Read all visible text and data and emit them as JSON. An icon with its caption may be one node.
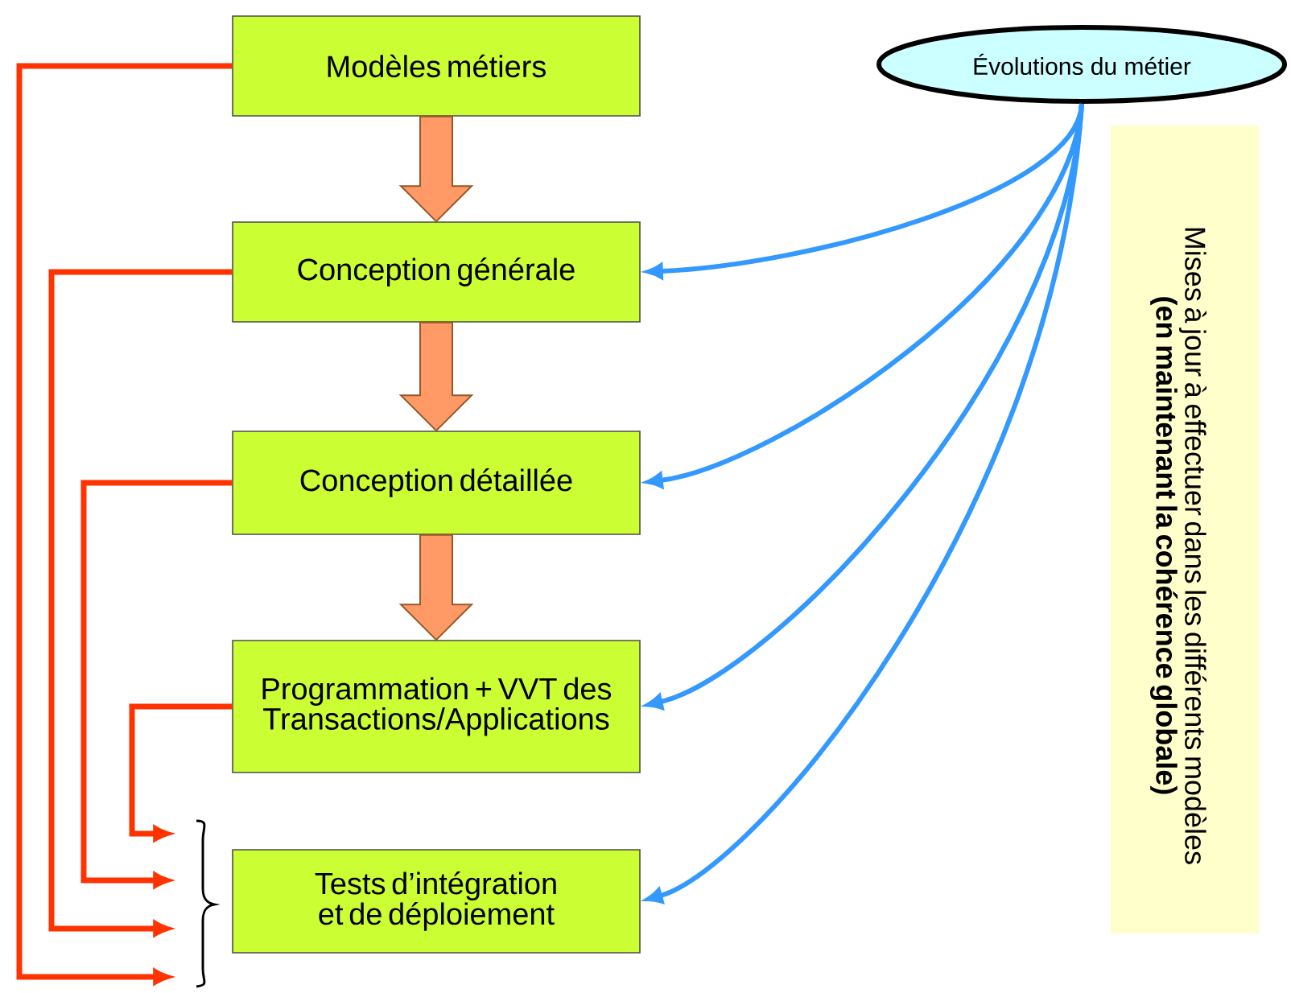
{
  "diagram": {
    "nodes": [
      {
        "text": [
          "Modèles métiers"
        ]
      },
      {
        "text": [
          "Conception générale"
        ]
      },
      {
        "text": [
          "Conception détaillée"
        ]
      },
      {
        "text": [
          "Programmation + VVT des Transactions/Applications"
        ]
      },
      {
        "text": [
          "Tests d’intégration et de déploiement"
        ]
      },
      {
        "text": [
          "Évolutions du métier"
        ]
      },
      {
        "text": [
          "Mises à jour à effectuer dans les différents modèles",
          "(en maintenant la cohérence globale)"
        ]
      }
    ],
    "edges": [
      {
        "from": 0,
        "to": 1,
        "arrow": "to",
        "style": "thick",
        "color": "#ff9966"
      },
      {
        "from": 1,
        "to": 2,
        "arrow": "to",
        "style": "thick",
        "color": "#ff9966"
      },
      {
        "from": 2,
        "to": 3,
        "arrow": "to",
        "style": "thick",
        "color": "#ff9966"
      },
      {
        "from": 5,
        "to": 1,
        "arrow": "to",
        "color": "#3399ff"
      },
      {
        "from": 5,
        "to": 2,
        "arrow": "to",
        "color": "#3399ff"
      },
      {
        "from": 5,
        "to": 3,
        "arrow": "to",
        "color": "#3399ff"
      },
      {
        "from": 5,
        "to": 4,
        "arrow": "to",
        "color": "#3399ff"
      },
      {
        "from": 0,
        "to": 4,
        "arrow": "to",
        "color": "#ff3300"
      },
      {
        "from": 1,
        "to": 4,
        "arrow": "to",
        "color": "#ff3300"
      },
      {
        "from": 2,
        "to": 4,
        "arrow": "to",
        "color": "#ff3300"
      },
      {
        "from": 3,
        "to": 4,
        "arrow": "to",
        "color": "#ff3300"
      }
    ]
  }
}
